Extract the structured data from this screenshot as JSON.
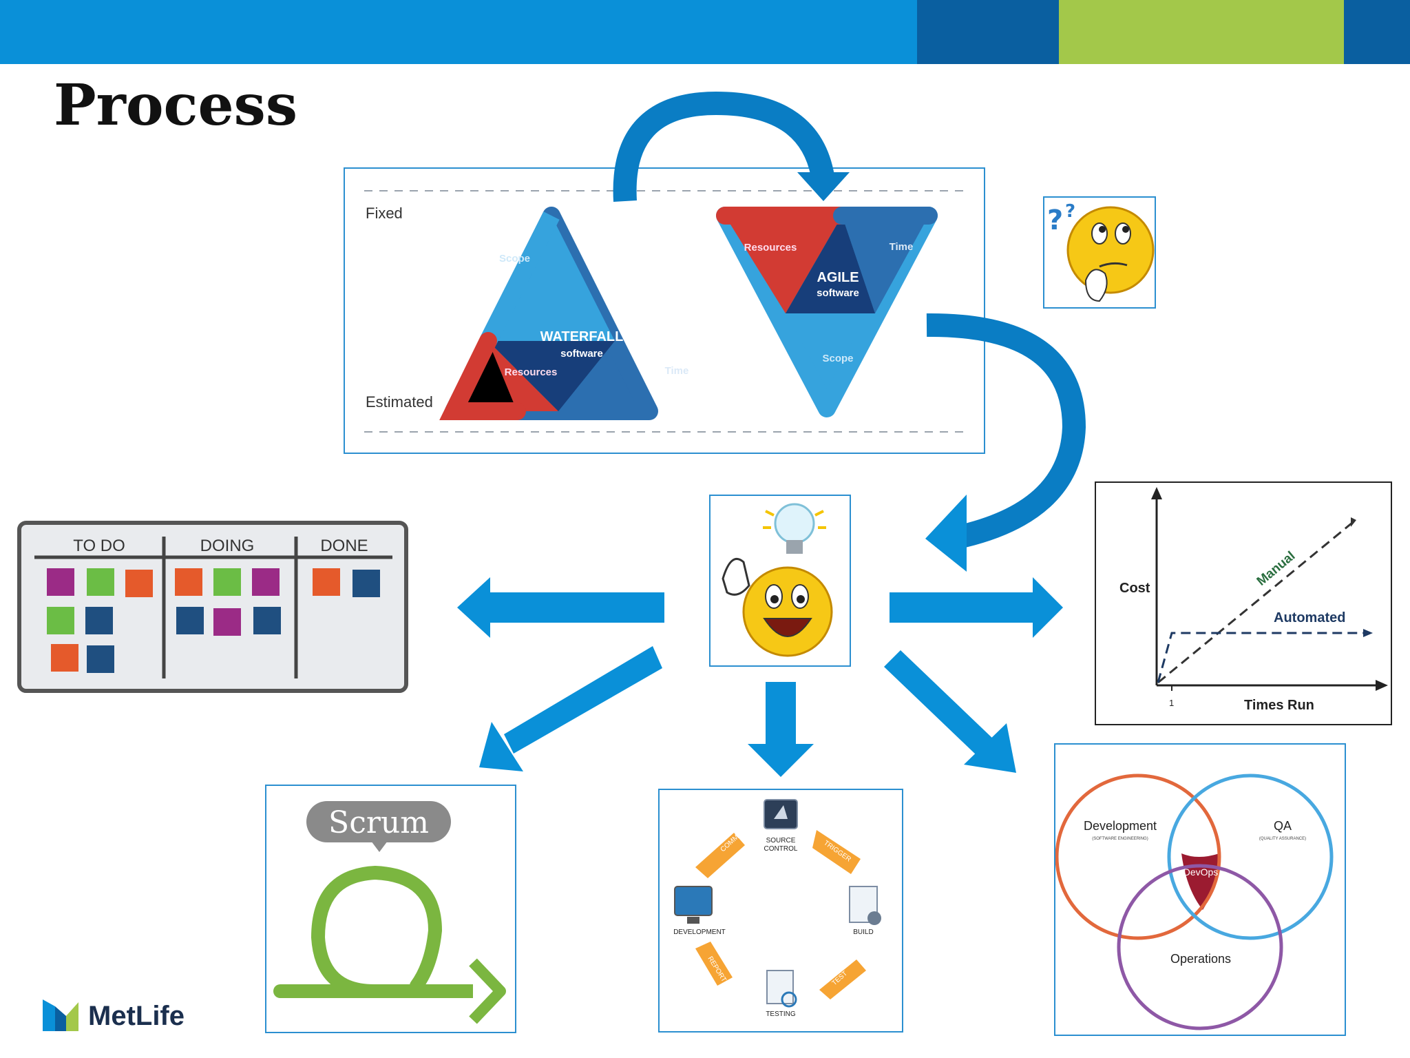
{
  "header": {
    "title": "Process",
    "colors": {
      "blue": "#0a90d8",
      "dark_blue": "#0a5fa0",
      "green": "#a3c84a"
    }
  },
  "triangles": {
    "fixed": "Fixed",
    "estimated": "Estimated",
    "waterfall": {
      "name": "WATERFALL",
      "sub": "software",
      "scope": "Scope",
      "resources": "Resources",
      "time": "Time"
    },
    "agile": {
      "name": "AGILE",
      "sub": "software",
      "resources": "Resources",
      "time": "Time",
      "scope": "Scope"
    }
  },
  "kanban": {
    "columns": [
      "TO DO",
      "DOING",
      "DONE"
    ]
  },
  "cost_chart": {
    "ylabel": "Cost",
    "xlabel": "Times Run",
    "tick": "1",
    "manual": "Manual",
    "automated": "Automated"
  },
  "scrum": {
    "label": "Scrum"
  },
  "cycle": {
    "source": "SOURCE",
    "control": "CONTROL",
    "development": "DEVELOPMENT",
    "build": "BUILD",
    "testing": "TESTING",
    "commit": "COMMIT",
    "trigger": "TRIGGER",
    "test": "TEST",
    "report": "REPORT"
  },
  "venn": {
    "development": "Development",
    "development_sub": "(SOFTWARE ENGINEERING)",
    "qa": "QA",
    "qa_sub": "(QUALITY ASSURANCE)",
    "devops": "DevOps",
    "operations": "Operations"
  },
  "footer": {
    "logo_text": "MetLife"
  }
}
